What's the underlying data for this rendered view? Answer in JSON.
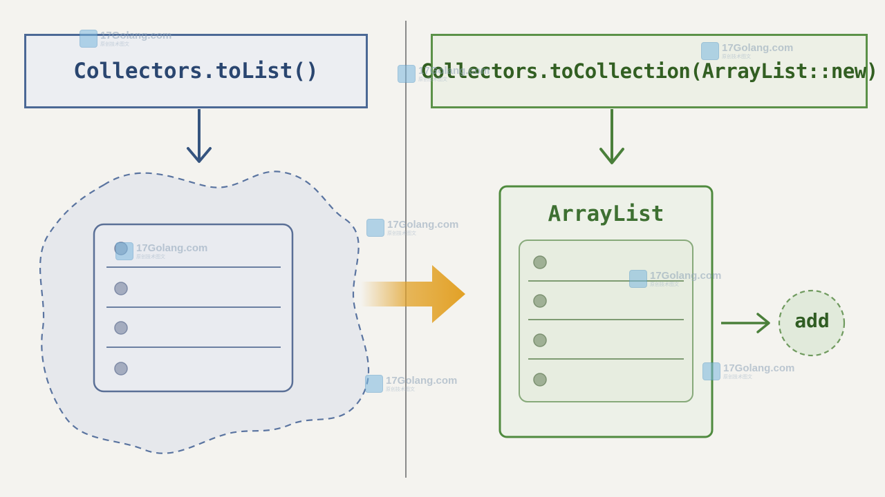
{
  "left": {
    "code": "Collectors.toList()"
  },
  "right": {
    "code": "Collectors.toCollection(ArrayList::new)",
    "container_title": "ArrayList",
    "action": "add"
  },
  "watermark": {
    "text": "17Golang.com",
    "subtext": "原创技术图文"
  },
  "colors": {
    "blue_stroke": "#4b6895",
    "green_stroke": "#5b9148",
    "orange_arrow": "#e2a126",
    "divider": "#8a8a8a"
  },
  "left_list_item_count": 4,
  "right_list_item_count": 4
}
